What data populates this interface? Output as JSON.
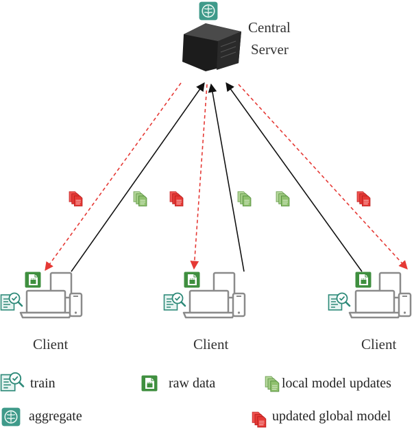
{
  "server": {
    "label_line1": "Central",
    "label_line2": "Server"
  },
  "clients": [
    {
      "label": "Client"
    },
    {
      "label": "Client"
    },
    {
      "label": "Client"
    }
  ],
  "legend": {
    "train": "train",
    "raw_data": "raw data",
    "local_updates": "local model updates",
    "aggregate": "aggregate",
    "global_model": "updated global model"
  },
  "colors": {
    "upload_arrow": "#111111",
    "download_arrow": "#e53935",
    "green_icon": "#3f8f3f",
    "green_light": "#a7cf8a",
    "red_icon": "#e53935",
    "device_gray": "#8a8a8a"
  }
}
